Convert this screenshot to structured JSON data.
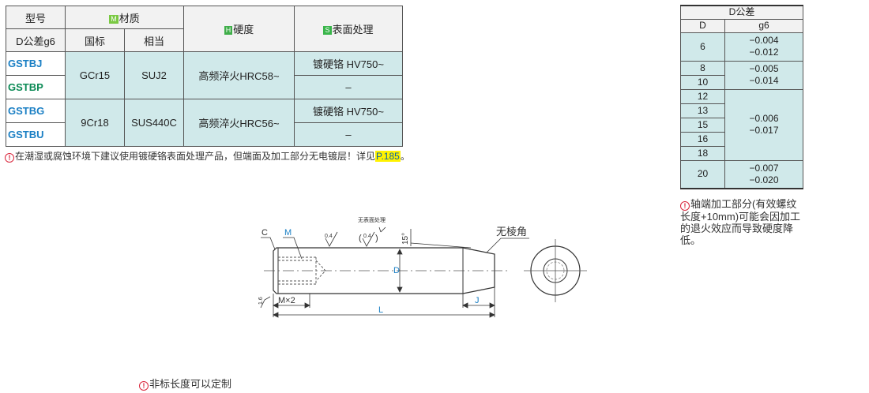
{
  "spec_table": {
    "header": {
      "model": "型号",
      "tolerance": "D公差g6",
      "material_tag": "M",
      "material": "材质",
      "standard": "国标",
      "equivalent": "相当",
      "hardness_tag": "H",
      "hardness": "硬度",
      "surface_tag": "S",
      "surface": "表面处理"
    },
    "rows": [
      {
        "code": "GSTBJ",
        "surface": "镀硬铬 HV750~"
      },
      {
        "code": "GSTBP",
        "surface": "–"
      },
      {
        "code": "GSTBG",
        "surface": "镀硬铬 HV750~"
      },
      {
        "code": "GSTBU",
        "surface": "–"
      }
    ],
    "groups": [
      {
        "standard": "GCr15",
        "equivalent": "SUJ2",
        "hardness": "高频淬火HRC58~"
      },
      {
        "standard": "9Cr18",
        "equivalent": "SUS440C",
        "hardness": "高频淬火HRC56~"
      }
    ]
  },
  "note_plating": {
    "text": "在潮湿或腐蚀环境下建议使用镀硬铬表面处理产品，但端面及加工部分无电镀层！详见",
    "ref": "P.185",
    "end": "。"
  },
  "tolerance_table": {
    "title": "D公差",
    "col_d": "D",
    "col_g6": "g6",
    "rows": [
      {
        "d": [
          "6"
        ],
        "upper": "−0.004",
        "lower": "−0.012"
      },
      {
        "d": [
          "8",
          "10"
        ],
        "upper": "−0.005",
        "lower": "−0.014"
      },
      {
        "d": [
          "12",
          "13",
          "15",
          "16",
          "18"
        ],
        "upper": "−0.006",
        "lower": "−0.017"
      },
      {
        "d": [
          "20"
        ],
        "upper": "−0.007",
        "lower": "−0.020"
      }
    ]
  },
  "note_shaft": "轴端加工部分(有效螺纹长度+10mm)可能会因加工的退火效应而导致硬度降低。",
  "note_custom": "非标长度可以定制",
  "warn_symbol": "!",
  "drawing": {
    "label_c": "C",
    "label_m": "M",
    "label_no_surface": "无表面处理",
    "label_angle": "15°",
    "label_no_edge": "无棱角",
    "label_d": "D",
    "label_mx2": "M×2",
    "label_l": "L",
    "label_j": "J",
    "rough_1": "0.4",
    "rough_2": "0.4",
    "rough_3": "1.6"
  },
  "colors": {
    "cell_fill": "#d0e9ea",
    "code_blue": "#1a7fc4",
    "code_green": "#0b8a55",
    "label_blue": "#1a7fc4",
    "ref_highlight": "#fff200",
    "warn_red": "#d9243a"
  }
}
